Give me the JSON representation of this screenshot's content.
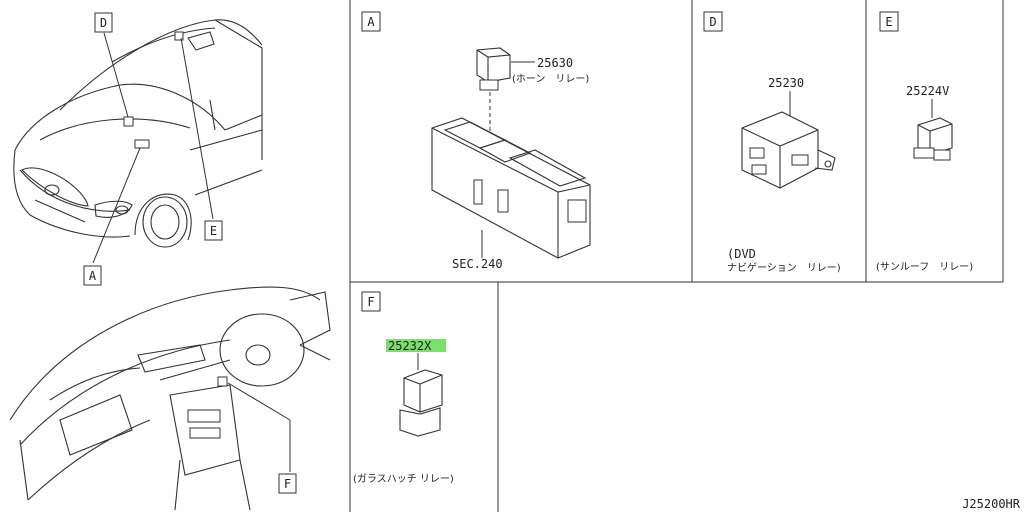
{
  "diagram_id": "J25200HR",
  "callouts": {
    "A": "A",
    "D": "D",
    "E": "E",
    "F": "F"
  },
  "panel_labels": {
    "A": "A",
    "D": "D",
    "E": "E",
    "F": "F"
  },
  "parts": {
    "horn_relay": {
      "number": "25630",
      "desc": "(ホーン　リレー)"
    },
    "sec": "SEC.240",
    "dvd_relay": {
      "number": "25230",
      "desc_line1": "(DVD",
      "desc_line2": "ナビゲーション　リレー)"
    },
    "sunroof_relay": {
      "number": "25224V",
      "desc": "(サンルーフ　リレー)"
    },
    "glass_hatch_relay": {
      "number": "25232X",
      "desc": "(ガラスハッチ リレー)"
    }
  },
  "highlight_color": "#7be06b"
}
